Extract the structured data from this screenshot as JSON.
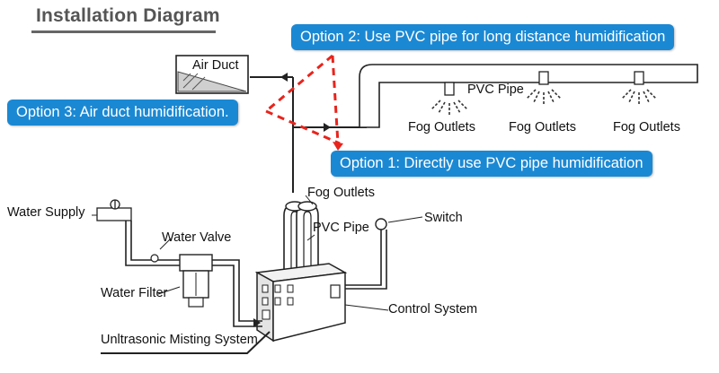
{
  "title": "Installation Diagram",
  "options": {
    "option1": "Option 1: Directly use PVC pipe humidification",
    "option2": "Option 2: Use PVC pipe for long distance humidification",
    "option3": "Option 3: Air duct humidification."
  },
  "labels": {
    "air_duct": "Air Duct",
    "pvc_pipe_top": "PVC Pipe",
    "fog_outlets_1": "Fog Outlets",
    "fog_outlets_2": "Fog Outlets",
    "fog_outlets_3": "Fog Outlets",
    "fog_outlets_machine": "Fog Outlets",
    "pvc_pipe_machine": "PVC Pipe",
    "switch": "Switch",
    "water_supply": "Water Supply",
    "water_valve": "Water Valve",
    "water_filter": "Water Filter",
    "control_system": "Control System",
    "misting_system": "Unltrasonic Misting System"
  },
  "colors": {
    "callout": "#1b88d3",
    "dashed": "#e8241c"
  }
}
